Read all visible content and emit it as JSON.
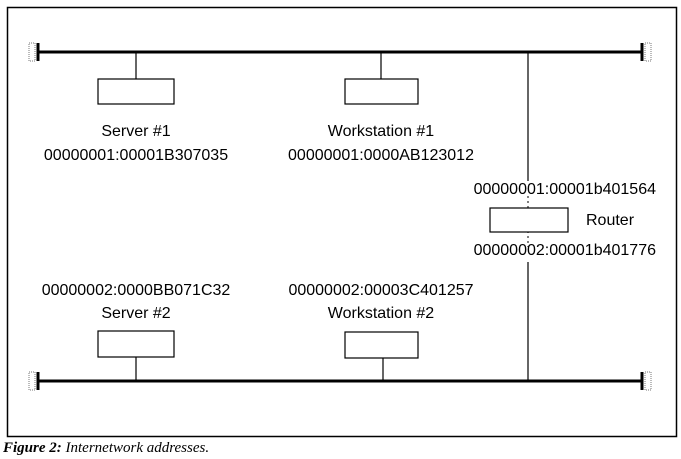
{
  "nodes": {
    "server1": {
      "name": "Server #1",
      "address": "00000001:00001B307035"
    },
    "workstation1": {
      "name": "Workstation #1",
      "address": "00000001:0000AB123012"
    },
    "router": {
      "name": "Router",
      "address_net1": "00000001:00001b401564",
      "address_net2": "00000002:00001b401776"
    },
    "server2": {
      "name": "Server #2",
      "address": "00000002:0000BB071C32"
    },
    "workstation2": {
      "name": "Workstation #2",
      "address": "00000002:00003C401257"
    }
  },
  "caption": {
    "label": "Figure 2:",
    "text": "Internetwork addresses."
  }
}
